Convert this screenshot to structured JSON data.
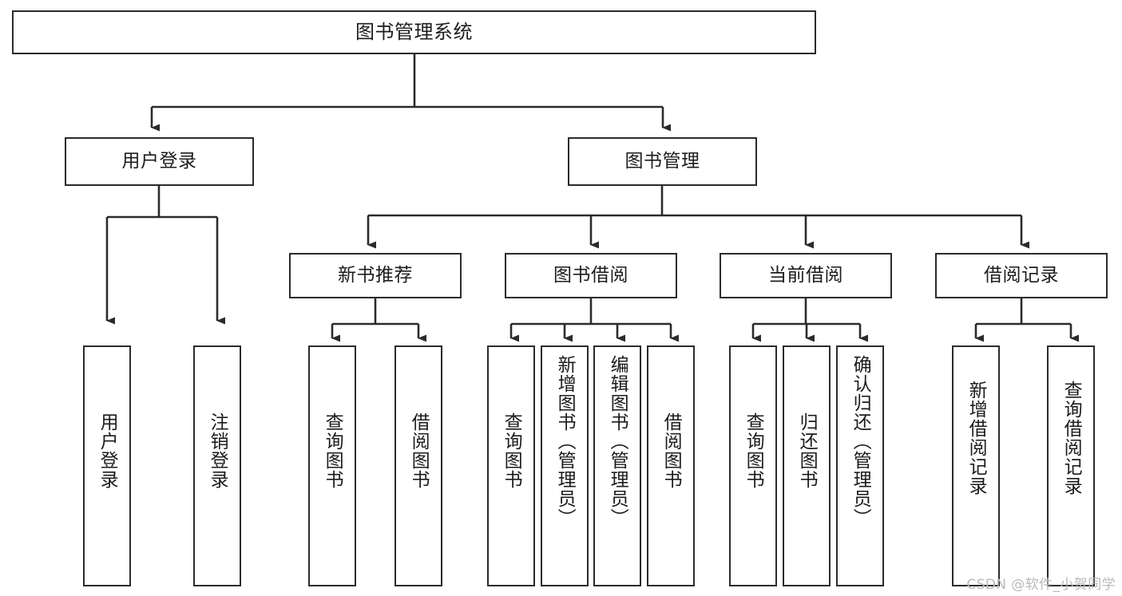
{
  "diagram": {
    "title": "图书管理系统",
    "type": "tree",
    "watermark": "CSDN @软件_小贺同学",
    "colors": {
      "box_border": "#2b2b2b",
      "box_fill": "#ffffff",
      "edge": "#2b2b2b",
      "text": "#1c1c1c",
      "watermark": "#b9b9b9"
    },
    "root": {
      "label": "图书管理系统"
    },
    "level2": [
      {
        "label": "用户登录"
      },
      {
        "label": "图书管理"
      }
    ],
    "level3": [
      {
        "label": "新书推荐"
      },
      {
        "label": "图书借阅"
      },
      {
        "label": "当前借阅"
      },
      {
        "label": "借阅记录"
      }
    ],
    "leaves": {
      "user_login": [
        {
          "label": "用户登录"
        },
        {
          "label": "注销登录"
        }
      ],
      "new_book": [
        {
          "label": "查询图书"
        },
        {
          "label": "借阅图书"
        }
      ],
      "book_borrow": [
        {
          "label": "查询图书"
        },
        {
          "label": "新增图书（管理员）"
        },
        {
          "label": "编辑图书（管理员）"
        },
        {
          "label": "借阅图书"
        }
      ],
      "current_borrow": [
        {
          "label": "查询图书"
        },
        {
          "label": "归还图书"
        },
        {
          "label": "确认归还（管理员）"
        }
      ],
      "borrow_record": [
        {
          "label": "新增借阅记录"
        },
        {
          "label": "查询借阅记录"
        }
      ]
    }
  }
}
